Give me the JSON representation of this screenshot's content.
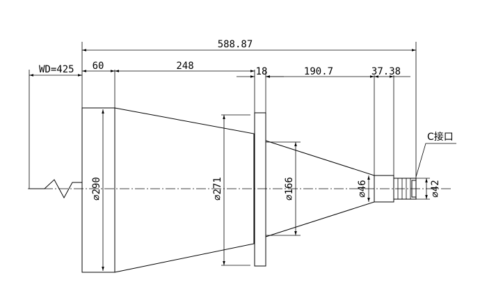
{
  "drawing": {
    "overall_length": "588.87",
    "working_distance": "WD=425",
    "dim_60": "60",
    "dim_248": "248",
    "dim_18": "18",
    "dim_190_7": "190.7",
    "dim_37_38": "37.38",
    "dia_290": "⌀290",
    "dia_271": "⌀271",
    "dia_166": "⌀166",
    "dia_46": "⌀46",
    "dia_42": "⌀42",
    "mount_label": "C接口"
  }
}
